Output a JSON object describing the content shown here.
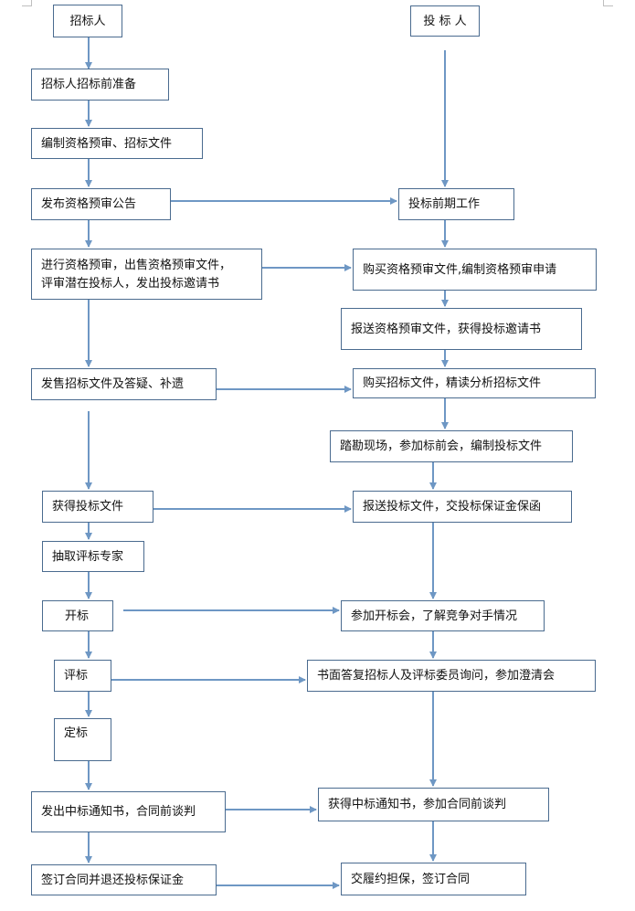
{
  "colors": {
    "line": "#6e97c4",
    "border": "#4a6b8f",
    "text": "#111111"
  },
  "left": {
    "header": "招标人",
    "prep": "招标人招标前准备",
    "compile": "编制资格预审、招标文件",
    "publish": "发布资格预审公告",
    "prequal_line1": "进行资格预审，出售资格预审文件，",
    "prequal_line2": "评审潜在投标人，发出投标邀请书",
    "sell_docs": "发售招标文件及答疑、补遗",
    "receive_bids": "获得投标文件",
    "experts": "抽取评标专家",
    "open": "开标",
    "evaluate": "评标",
    "award": "定标",
    "notice": "发出中标通知书，合同前谈判",
    "sign": "签订合同并退还投标保证金"
  },
  "right": {
    "header": "投 标 人",
    "early_work": "投标前期工作",
    "buy_prequal": "购买资格预审文件,编制资格预审申请",
    "submit_prequal": "报送资格预审文件，获得投标邀请书",
    "buy_docs": "购买招标文件，精读分析招标文件",
    "site_visit": "踏勘现场，参加标前会，编制投标文件",
    "submit_bid": "报送投标文件，交投标保证金保函",
    "attend_open": "参加开标会，了解竞争对手情况",
    "reply": "书面答复招标人及评标委员询问，参加澄清会",
    "get_notice": "获得中标通知书，参加合同前谈判",
    "perform": "交履约担保，签订合同"
  }
}
